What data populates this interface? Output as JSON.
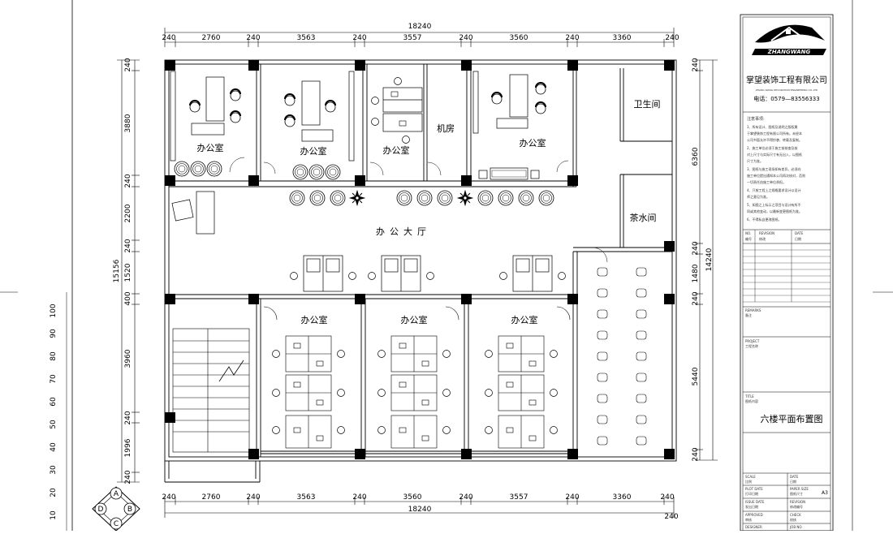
{
  "dimensions": {
    "top_total": "18240",
    "bottom_total": "18240",
    "top": [
      "240",
      "2760",
      "240",
      "3563",
      "240",
      "3557",
      "240",
      "3560",
      "240",
      "3360",
      "240"
    ],
    "bottom": [
      "240",
      "2760",
      "240",
      "3563",
      "240",
      "3560",
      "240",
      "3557",
      "240",
      "3360",
      "240"
    ],
    "left": [
      "240",
      "3880",
      "240",
      "2200",
      "240",
      "1520",
      "400",
      "3960",
      "240",
      "1996",
      "240"
    ],
    "left_total": "15156",
    "right": [
      "240",
      "6360",
      "240",
      "1480",
      "240",
      "5440",
      "240"
    ],
    "right_total": "14240",
    "bottom_right": "240"
  },
  "rooms": {
    "office1": "办公室",
    "office2": "办公室",
    "office3": "办公室",
    "machine_room": "机房",
    "office4": "办公室",
    "restroom": "卫生间",
    "tea_room": "茶水间",
    "hall": "办公大厅",
    "office5": "办公室",
    "office6": "办公室",
    "office7": "办公室"
  },
  "scale_marks": [
    "100",
    "90",
    "80",
    "70",
    "60",
    "50",
    "40",
    "30",
    "20",
    "10"
  ],
  "north_marks": [
    "A",
    "B",
    "C",
    "D"
  ],
  "title_block": {
    "logo_text": "ZHANGWANG",
    "company_name": "掌望装饰工程有限公司",
    "company_english": "ZHANG WANG DECORATION ENGINEERING CO.,LTD",
    "phone": "电话：0579—83556333",
    "notes_title": "注意事项:",
    "notes": [
      "1、所有设计、图纸及说明之版权属",
      "于掌望装饰工程有限公司所有。未经本",
      "公司书面允许不得抄袭、转载及复制。",
      "2、施工单位必须于施工前核查及核",
      "对上尺寸与实际尺寸有无出入，以图纸",
      "尺寸为准。",
      "3、图纸与施工现场如有差异，必须向",
      "施工单位提出通知本公司再次核对，否则",
      "一切责任由施工单位承担。",
      "4、只按工程上之规格要求设计以设计",
      "师之意见为准。",
      "5、如图之上标示之项目与设计有所不",
      "同或其他变动，以最新变更图纸为准。",
      "6、不得私自更改图纸。"
    ],
    "revision_no_label": "NO.",
    "revision_no_cn": "编号",
    "revision_label": "REVISION",
    "revision_cn": "修改",
    "date_label": "DATE",
    "date_cn": "日期",
    "remarks_label": "REMARKS",
    "remarks_cn": "备注",
    "project_label": "PROJECT",
    "project_cn": "工程名称",
    "title_label": "TITLE",
    "title_cn": "图纸内容",
    "drawing_title": "六楼平面布置图",
    "scale_label": "SCALE",
    "scale_cn": "比例",
    "date2_label": "DATE",
    "date2_cn": "日期",
    "plot_date_label": "PLOT DATE",
    "plot_date_cn": "打印日期",
    "paper_size_label": "PAPER SIZE",
    "paper_size_cn": "图纸尺寸",
    "paper_size_value": "A3",
    "issue_date_label": "ISSUE DATE",
    "issue_date_cn": "发出日期",
    "revision2_label": "REVISION",
    "revision2_cn": "修改编号",
    "approved_label": "APPROVED",
    "approved_cn": "审核",
    "check_label": "CHECK",
    "check_cn": "校核",
    "designer_label": "DESIGNER",
    "job_no_label": "JOB NO."
  }
}
